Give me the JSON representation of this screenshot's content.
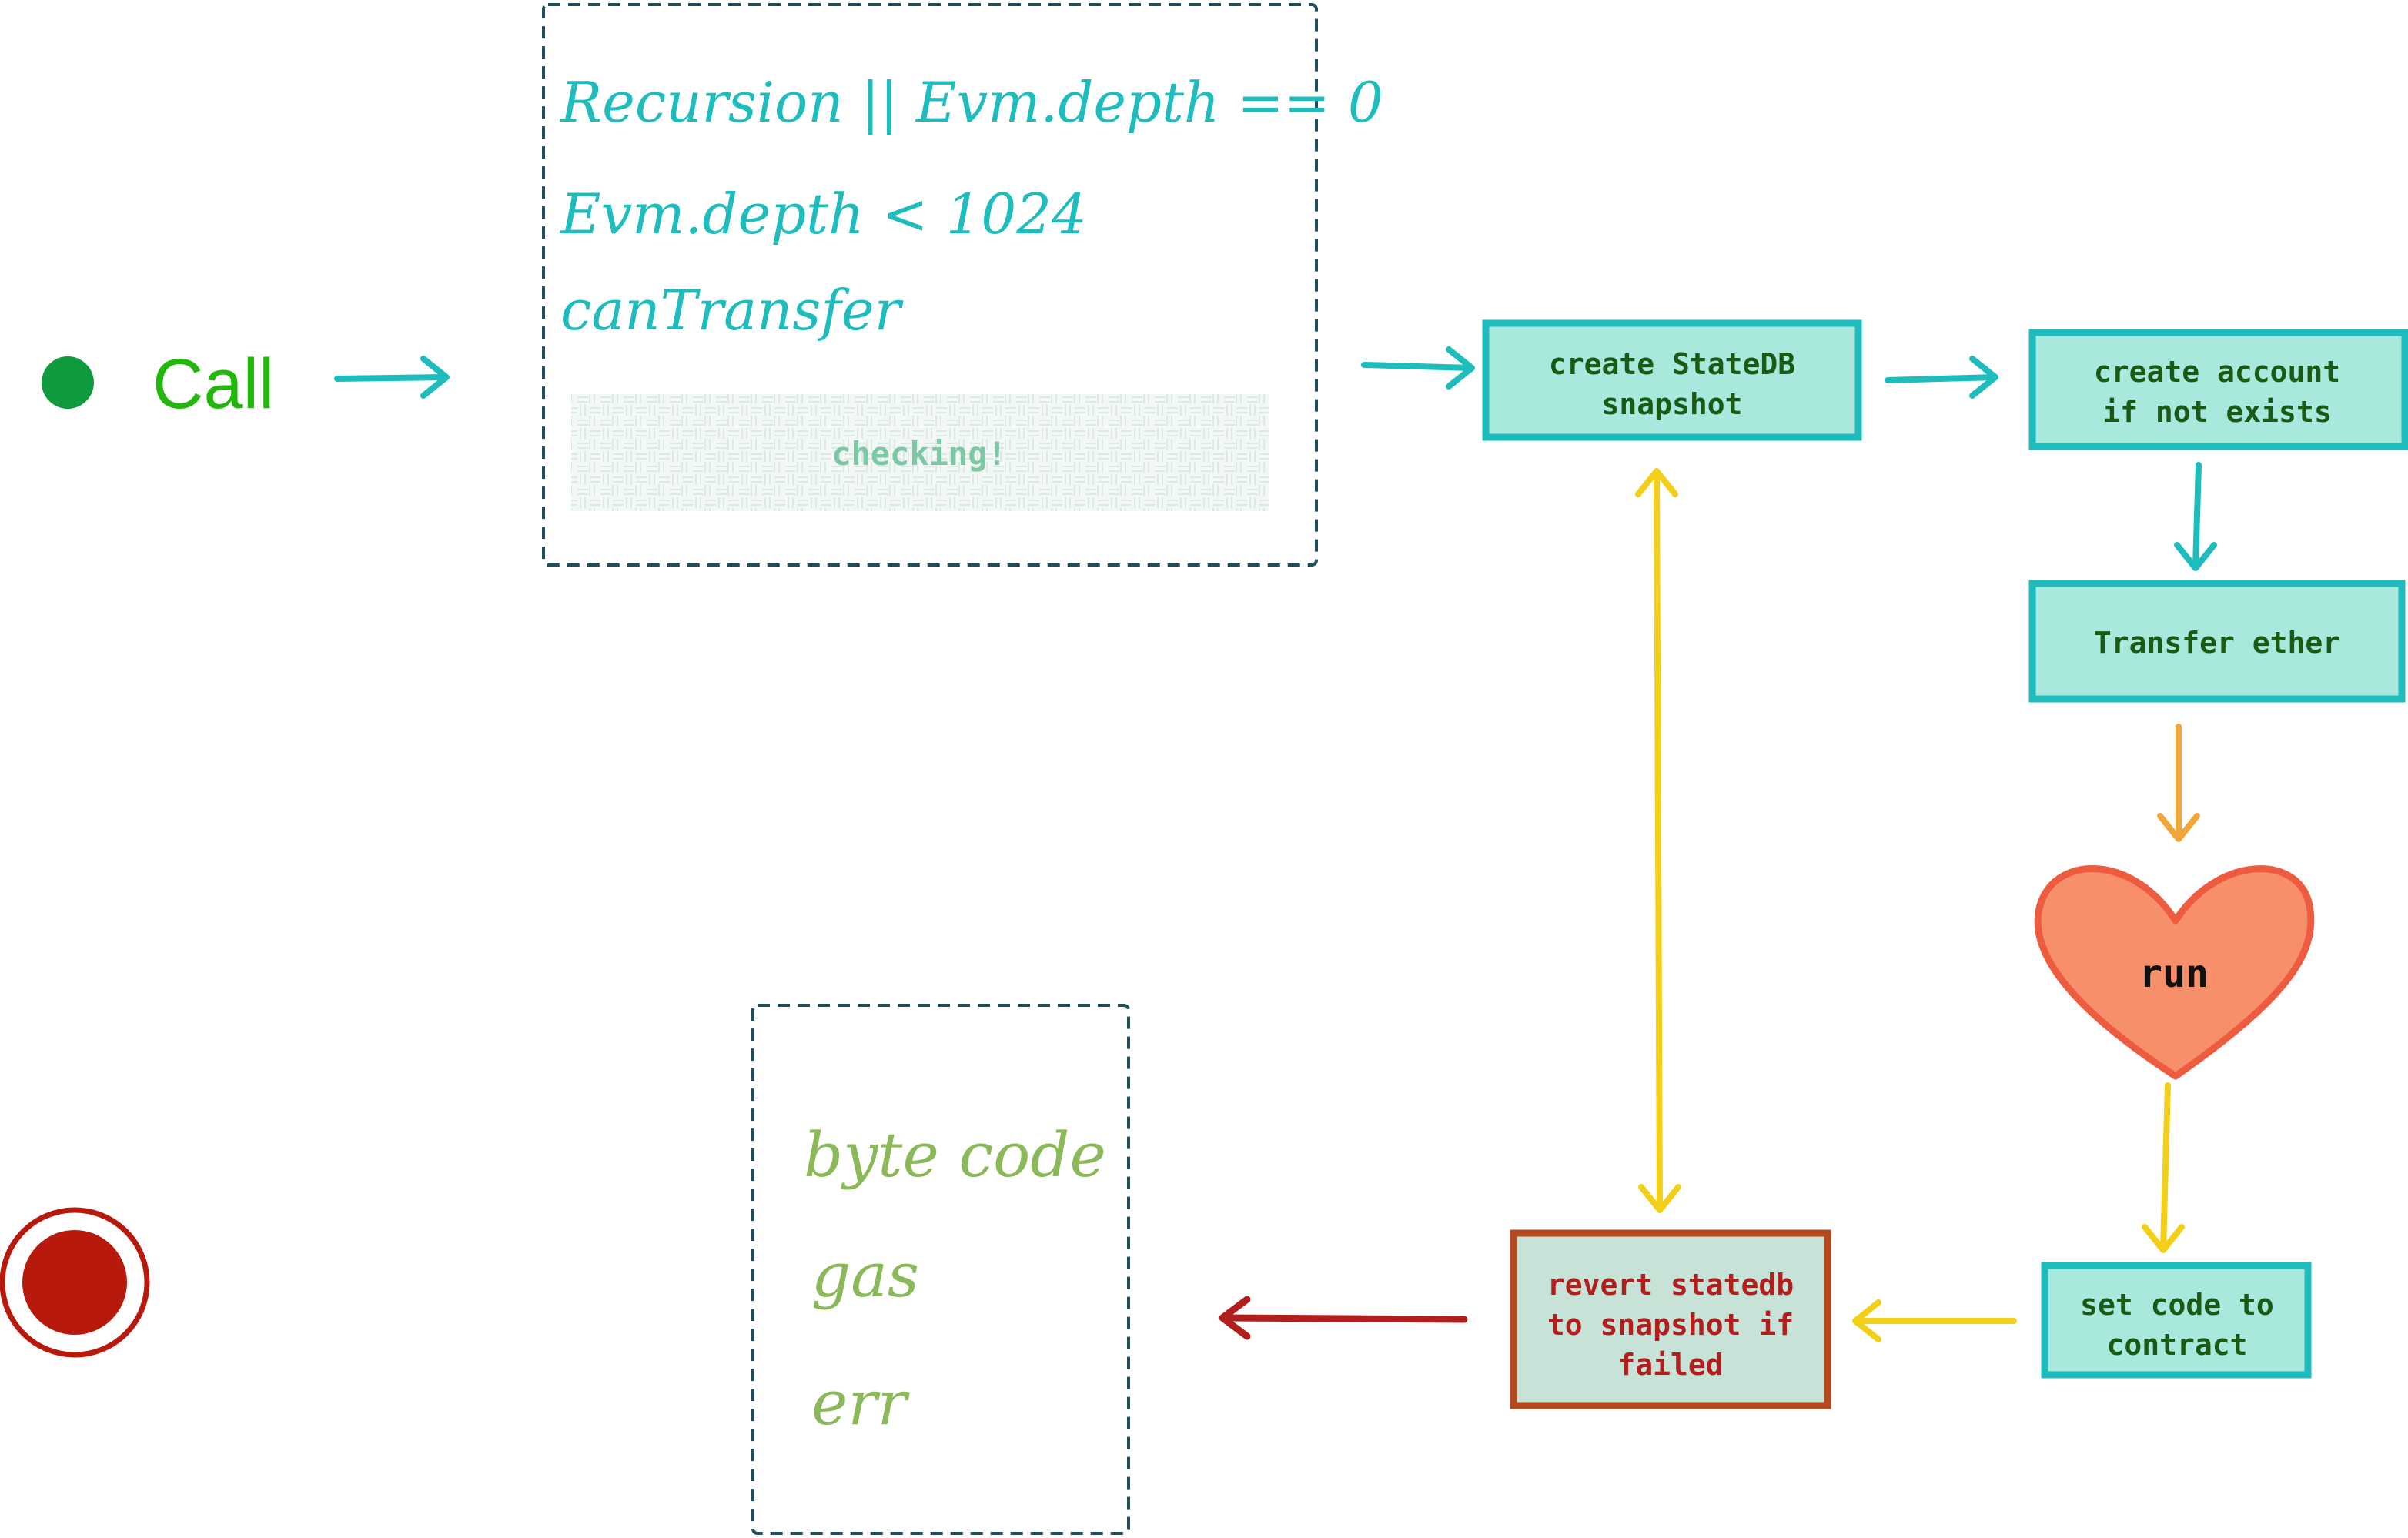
{
  "start": {
    "label": "Call"
  },
  "check_box": {
    "lines": [
      "Recursion || Evm.depth == 0",
      "Evm.depth < 1024",
      "canTransfer"
    ],
    "badge": "checking!"
  },
  "steps": {
    "snapshot": [
      "create StateDB",
      "snapshot"
    ],
    "create_account": [
      "create account",
      "if not exists"
    ],
    "transfer": [
      "Transfer ether"
    ],
    "run": "run",
    "set_code": [
      "set code to",
      "contract"
    ],
    "revert": [
      "revert statedb",
      "to snapshot if",
      "failed"
    ]
  },
  "outputs": [
    "byte code",
    "gas",
    "err"
  ],
  "colors": {
    "teal": "#1ebcbd",
    "teal_fill": "#a9e8dc",
    "dark_green": "#1b5a14",
    "call_green": "#22b80b",
    "start_dot": "#0e9a3d",
    "yellow": "#f2d019",
    "orange": "#f0a639",
    "heart_fill": "#f7906a",
    "heart_stroke": "#ee5c3f",
    "red": "#b11e1e",
    "revert_stroke": "#b5481c",
    "revert_fill": "#c7e2d6",
    "dash_blue": "#1f4e5a",
    "output_green": "#8bb95a",
    "end_red": "#b71a0c"
  }
}
